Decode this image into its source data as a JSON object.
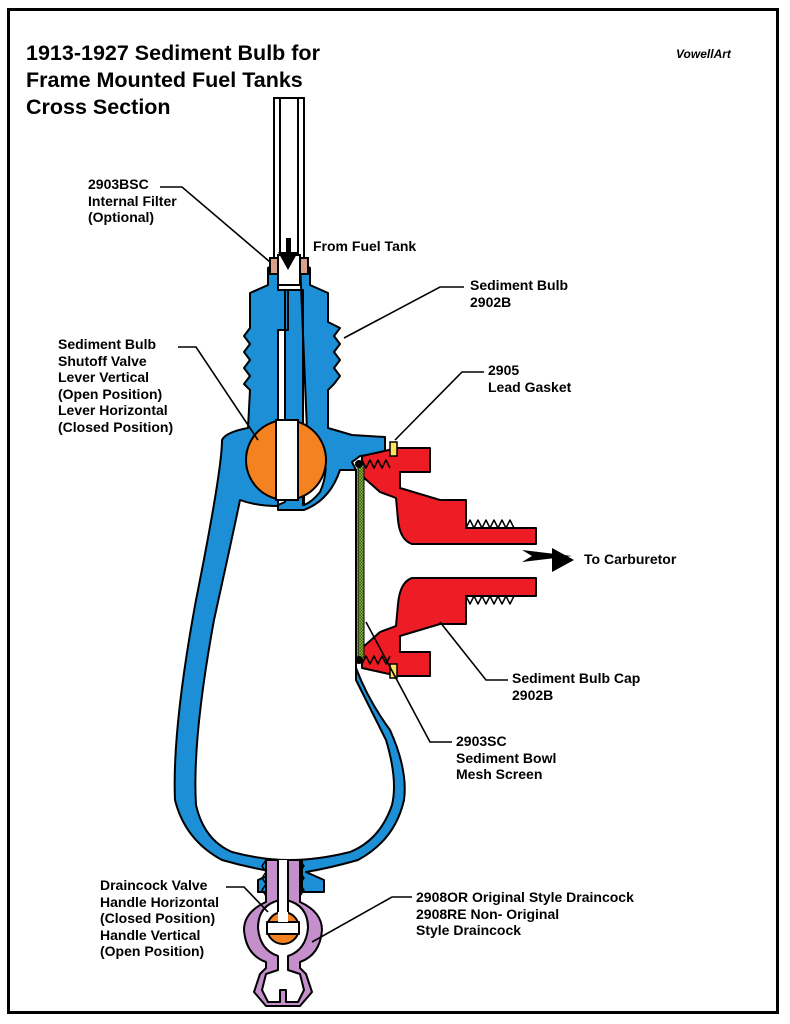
{
  "title_lines": [
    "1913-1927 Sediment Bulb for",
    "Frame Mounted Fuel Tanks",
    "Cross Section"
  ],
  "credit": "VowellArt",
  "labels": {
    "internal_filter": [
      "2903BSC",
      "Internal Filter",
      "(Optional)"
    ],
    "from_fuel_tank": [
      "From Fuel Tank"
    ],
    "sediment_bulb": [
      "Sediment Bulb",
      "2902B"
    ],
    "shutoff_valve": [
      "Sediment Bulb",
      "Shutoff Valve",
      "Lever Vertical",
      "(Open Position)",
      "Lever Horizontal",
      "(Closed Position)"
    ],
    "lead_gasket": [
      "2905",
      "Lead Gasket"
    ],
    "to_carburetor": [
      "To Carburetor"
    ],
    "bulb_cap": [
      "Sediment Bulb Cap",
      "2902B"
    ],
    "mesh_screen": [
      "2903SC",
      "Sediment Bowl",
      "Mesh Screen"
    ],
    "draincock_valve": [
      "Draincock Valve",
      "Handle Horizontal",
      "(Closed Position)",
      "Handle Vertical",
      "(Open Position)"
    ],
    "draincock_styles": [
      "2908OR Original Style Draincock",
      "2908RE Non- Original",
      "Style Draincock"
    ]
  },
  "colors": {
    "bulb_body": "#1c8fd6",
    "shutoff_valve": "#f58220",
    "cap": "#ee1c25",
    "gasket": "#ffe35a",
    "draincock": "#c58fcc",
    "mesh_screen": "#8fbf3c",
    "outline": "#000000"
  }
}
